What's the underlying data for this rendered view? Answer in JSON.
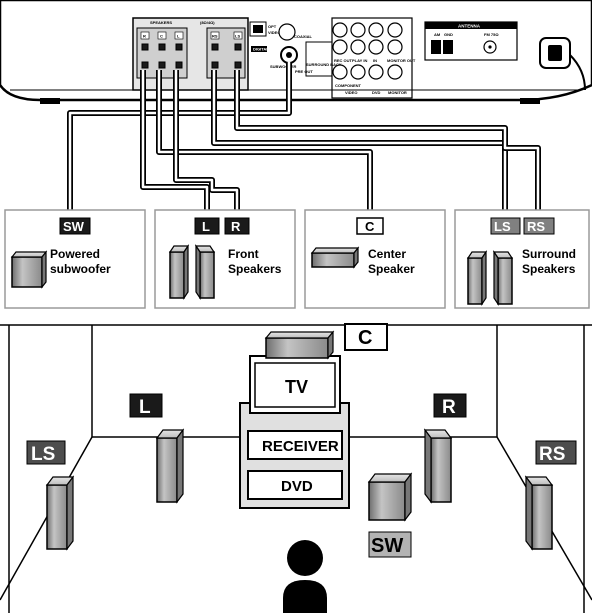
{
  "receiver_panel": {
    "speakers_header": "SPEAKERS",
    "speakers_sub": "(8Ω/4Ω)",
    "opt_label": "OPT",
    "video_label": "VIDEO",
    "coaxial_label": "COAXIAL",
    "digital_in": "DIGITAL IN",
    "subwoofer_label": "SUBWOOFER",
    "pre_out": "PRE OUT",
    "surround_back": "SURROUND BACK",
    "rec_out": "REC OUT",
    "play_in": "PLAY IN",
    "in_label": "IN",
    "monitor_out": "MONITOR OUT",
    "component": "COMPONENT",
    "video": "VIDEO",
    "dvd": "DVD",
    "monitor": "MONITOR",
    "antenna": "ANTENNA",
    "am": "AM",
    "gnd": "GND",
    "fm": "FM 75Ω",
    "term_r": "R",
    "term_c": "C",
    "term_l": "L",
    "term_rs": "RS",
    "term_ls": "LS"
  },
  "groups": {
    "sw_tag": "SW",
    "sw_name_1": "Powered",
    "sw_name_2": "subwoofer",
    "front_l_tag": "L",
    "front_r_tag": "R",
    "front_name_1": "Front",
    "front_name_2": "Speakers",
    "center_tag": "C",
    "center_name_1": "Center",
    "center_name_2": "Speaker",
    "surround_ls_tag": "LS",
    "surround_rs_tag": "RS",
    "surround_name_1": "Surround",
    "surround_name_2": "Speakers"
  },
  "room": {
    "center_tag": "C",
    "tv_label": "TV",
    "receiver_label": "RECEIVER",
    "dvd_label": "DVD",
    "left_tag": "L",
    "right_tag": "R",
    "ls_tag": "LS",
    "rs_tag": "RS",
    "sw_tag": "SW"
  },
  "colors": {
    "ink": "#000000",
    "panel_grey": "#d9d9d9",
    "speaker_grey": "#8c8c8c",
    "tag_dark": "#1a1a1a",
    "tag_mid": "#7f7f7f",
    "tag_light": "#b3b3b3"
  }
}
